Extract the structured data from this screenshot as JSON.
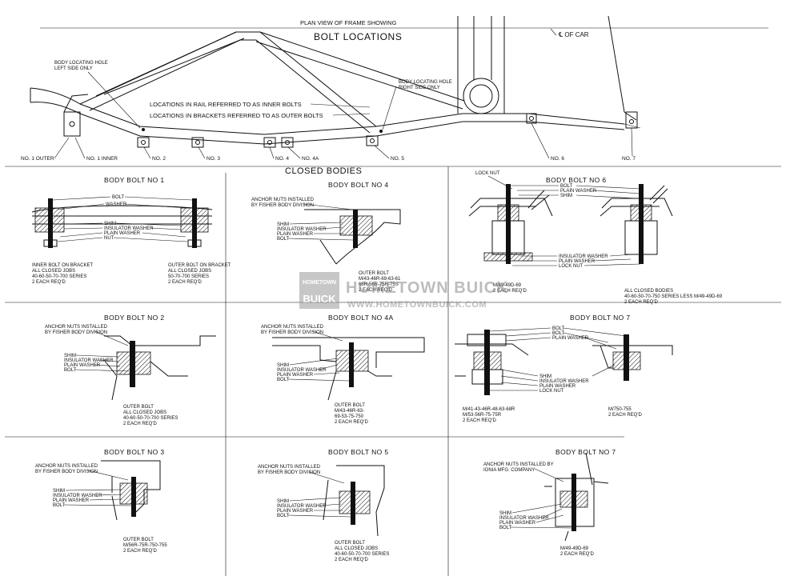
{
  "plan": {
    "subtitle": "PLAN VIEW OF FRAME SHOWING",
    "title": "BOLT LOCATIONS",
    "centerline": "℄ OF CAR",
    "hole_left": [
      "BODY LOCATING HOLE",
      "LEFT SIDE ONLY"
    ],
    "hole_right": [
      "BODY LOCATING HOLE",
      "RIGHT SIDE ONLY"
    ],
    "inner_note": "LOCATIONS IN RAIL REFERRED TO AS INNER BOLTS",
    "outer_note": "LOCATIONS IN BRACKETS REFERRED TO AS OUTER BOLTS",
    "labels": [
      "NO. 1 OUTER",
      "NO. 1 INNER",
      "NO. 2",
      "NO. 3",
      "NO. 4",
      "NO. 4A",
      "NO. 5",
      "NO. 6",
      "NO. 7"
    ]
  },
  "section_title": "CLOSED BODIES",
  "panels": {
    "b1": {
      "title": "BODY BOLT NO 1",
      "callouts": [
        "BOLT",
        "WASHER",
        "SHIM",
        "INSULATOR WASHER",
        "PLAIN WASHER",
        "NUT"
      ],
      "note_left": [
        "INNER BOLT ON BRACKET",
        "ALL CLOSED JOBS",
        "40-60-50-70-700 SERIES",
        "2 EACH REQ'D"
      ],
      "note_right": [
        "OUTER BOLT ON BRACKET",
        "ALL CLOSED JOBS",
        "50-70-700 SERIES",
        "2 EACH REQ'D"
      ]
    },
    "b4": {
      "title": "BODY BOLT NO 4",
      "anchor": [
        "ANCHOR NUTS INSTALLED",
        "BY FISHER BODY DIVISION"
      ],
      "callouts": [
        "SHIM",
        "INSULATOR WASHER",
        "PLAIN WASHER",
        "BOLT"
      ],
      "note": [
        "OUTER BOLT",
        "M/43-46R-69-63-61",
        "66R-56R-75R-75S",
        "2 EACH REQ'D"
      ]
    },
    "b6": {
      "title": "BODY BOLT NO 6",
      "callouts": [
        "LOCK NUT",
        "BOLT",
        "PLAIN WASHER",
        "SHIM",
        "INSULATOR WASHER",
        "PLAIN WASHER",
        "LOCK NUT"
      ],
      "note_left": [
        "M/49-49D-69",
        "2 EACH REQ'D"
      ],
      "note_right": [
        "ALL CLOSED BODIES",
        "40-60-50-70-750 SERIES LESS M/49-49D-69",
        "2 EACH REQ'D"
      ]
    },
    "b2": {
      "title": "BODY BOLT NO 2",
      "anchor": [
        "ANCHOR NUTS INSTALLED",
        "BY FISHER BODY DIVISION"
      ],
      "callouts": [
        "SHIM",
        "INSULATOR WASHER",
        "PLAIN WASHER",
        "BOLT"
      ],
      "note": [
        "OUTER BOLT",
        "ALL CLOSED JOBS",
        "40-60-50-70-700 SERIES",
        "2 EACH REQ'D"
      ]
    },
    "b4a": {
      "title": "BODY BOLT NO 4A",
      "anchor": [
        "ANCHOR NUTS INSTALLED",
        "BY FISHER BODY DIVISION"
      ],
      "callouts": [
        "SHIM",
        "INSULATOR WASHER",
        "PLAIN WASHER",
        "BOLT"
      ],
      "note": [
        "OUTER BOLT",
        "M/43-46R-63-",
        "69-53-75-750",
        "2 EACH REQ'D"
      ]
    },
    "b7a": {
      "title": "BODY BOLT NO 7",
      "callouts": [
        "BOLT",
        "BOLT",
        "PLAIN WASHER",
        "SHIM",
        "INSULATOR WASHER",
        "PLAIN WASHER",
        "LOCK NUT"
      ],
      "note_left": [
        "M/41-43-46R-48-63-68R",
        "M/53-56R-75-75R",
        "2 EACH REQ'D"
      ],
      "note_right": [
        "M/750-755",
        "2 EACH REQ'D"
      ]
    },
    "b3": {
      "title": "BODY BOLT NO 3",
      "anchor": [
        "ANCHOR NUTS INSTALLED",
        "BY FISHER BODY DIVISION"
      ],
      "callouts": [
        "SHIM",
        "INSULATOR WASHER",
        "PLAIN WASHER",
        "BOLT"
      ],
      "note": [
        "OUTER BOLT",
        "M/56R-75R-750-755",
        "2 EACH REQ'D"
      ]
    },
    "b5": {
      "title": "BODY BOLT NO 5",
      "anchor": [
        "ANCHOR NUTS INSTALLED",
        "BY FISHER BODY DIVISION"
      ],
      "callouts": [
        "SHIM",
        "INSULATOR WASHER",
        "PLAIN WASHER",
        "BOLT"
      ],
      "note": [
        "OUTER BOLT",
        "ALL CLOSED JOBS",
        "40-60-50-70-700 SERIES",
        "2 EACH REQ'D"
      ]
    },
    "b7b": {
      "title": "BODY BOLT NO 7",
      "anchor": [
        "ANCHOR NUTS INSTALLED BY",
        "IONIA MFG. COMPANY"
      ],
      "callouts": [
        "SHIM",
        "INSULATOR WASHER",
        "PLAIN WASHER",
        "BOLT"
      ],
      "note": [
        "M/49-49D-69",
        "2 EACH REQ'D"
      ]
    }
  },
  "watermark": {
    "badge_top": "HOMETOWN",
    "badge_bottom": "BUICK",
    "name": "HOMETOWN BUICK",
    "url": "WWW.HOMETOWNBUICK.COM"
  }
}
